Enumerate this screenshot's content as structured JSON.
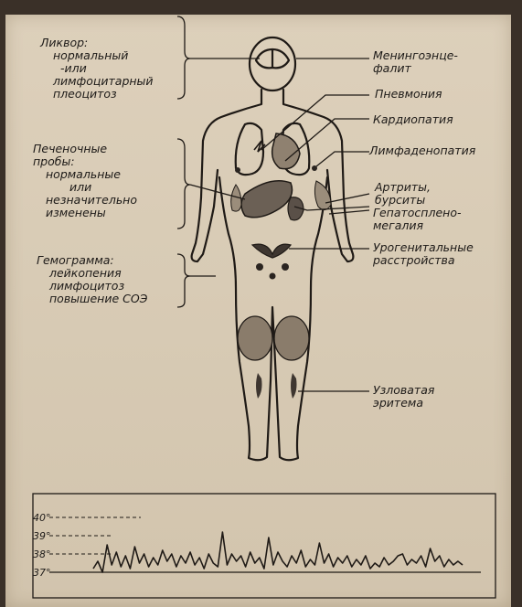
{
  "left_labels": {
    "liquor": [
      "Ликвор:",
      "нормальный",
      "-или",
      "лимфоцитарный",
      "плеоцитоз"
    ],
    "liver": [
      "Печеночные",
      "пробы:",
      "нормальные",
      "или",
      "незначительно",
      "изменены"
    ],
    "blood": [
      "Гемограмма:",
      "лейкопения",
      "лимфоцитоз",
      "повышение  СОЭ"
    ]
  },
  "right_labels": {
    "meningo": [
      "Менингоэнце-",
      "фалит"
    ],
    "pneumonia": "Пневмония",
    "cardio": "Кардиопатия",
    "lymph": "Лимфаденопатия",
    "arthritis": [
      "Артриты,",
      "бурситы"
    ],
    "hepato": [
      "Гепатосплено-",
      "мегалия"
    ],
    "urogenital": [
      "Урогенитальные",
      "расстройства"
    ],
    "erythema": [
      "Узловатая",
      "эритема"
    ]
  },
  "temperature_chart": {
    "ticks": [
      "40°",
      "39°",
      "38°",
      "37°"
    ],
    "values": [
      37.2,
      37.6,
      37,
      38.5,
      37.4,
      38.1,
      37.3,
      37.9,
      37.2,
      38.4,
      37.5,
      38,
      37.3,
      37.8,
      37.4,
      38.2,
      37.6,
      38,
      37.3,
      37.9,
      37.5,
      38.1,
      37.4,
      37.8,
      37.2,
      38,
      37.5,
      37.3,
      39.2,
      37.4,
      38,
      37.6,
      37.9,
      37.3,
      38.1,
      37.5,
      37.8,
      37.2,
      38.9,
      37.4,
      38.1,
      37.6,
      37.3,
      37.9,
      37.5,
      38.2,
      37.3,
      37.7,
      37.4,
      38.6,
      37.5,
      38,
      37.3,
      37.8,
      37.5,
      37.9,
      37.3,
      37.7,
      37.4,
      37.9,
      37.2,
      37.5,
      37.3,
      37.8,
      37.4,
      37.6,
      37.9,
      38,
      37.4,
      37.7,
      37.5,
      37.9,
      37.3,
      38.3,
      37.6,
      37.9,
      37.3,
      37.7,
      37.4,
      37.6,
      37.4
    ]
  }
}
